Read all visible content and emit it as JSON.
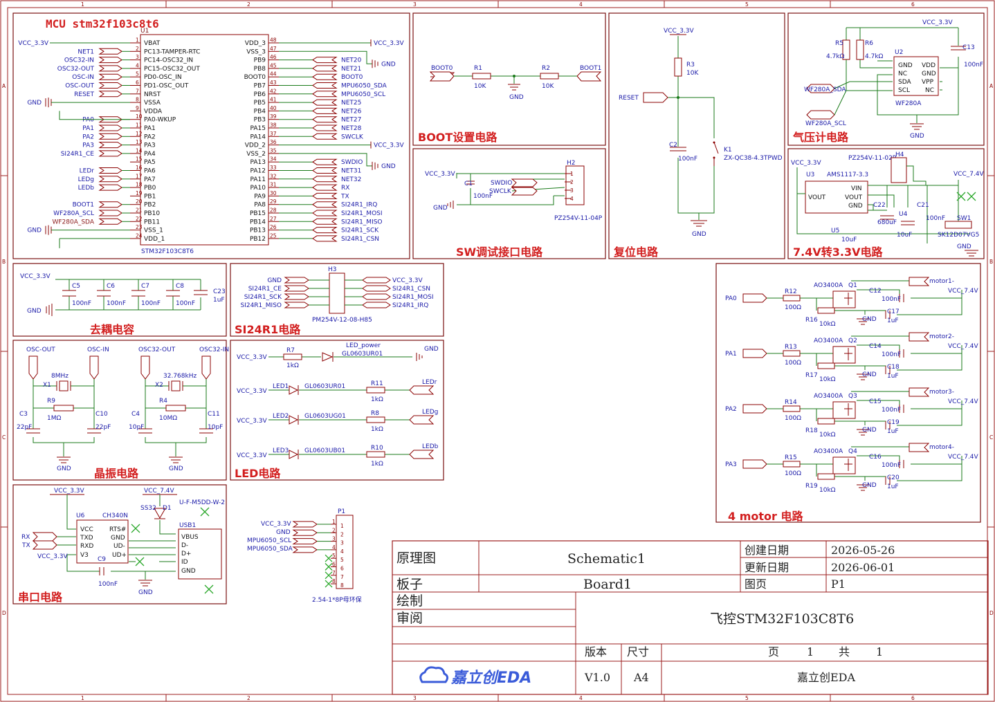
{
  "frame": {
    "cols": [
      "1",
      "2",
      "3",
      "4",
      "5",
      "6"
    ],
    "rows": [
      "A",
      "B",
      "C",
      "D"
    ]
  },
  "sections": {
    "mcu_title": "MCU stm32f103c8t6",
    "boot": "BOOT设置电路",
    "reset": "复位电路",
    "baro": "气压计电路",
    "sw": "SW调试接口电路",
    "reg": "7.4V转3.3V电路",
    "decap": "去耦电容",
    "si24": "SI24R1电路",
    "crystal": "晶振电路",
    "led": "LED电路",
    "motor": "4 motor 电路",
    "uart": "串口电路"
  },
  "mcu": {
    "ref": "U1",
    "part": "STM32F103C8T6",
    "left_pins": [
      {
        "n": "1",
        "name": "VBAT",
        "net": "VCC_3.3V"
      },
      {
        "n": "2",
        "name": "PC13-TAMPER-RTC",
        "net": "NET1"
      },
      {
        "n": "3",
        "name": "PC14-OSC32_IN",
        "net": "OSC32-IN"
      },
      {
        "n": "4",
        "name": "PC15-OSC32_OUT",
        "net": "OSC32-OUT"
      },
      {
        "n": "5",
        "name": "PD0-OSC_IN",
        "net": "OSC-IN"
      },
      {
        "n": "6",
        "name": "PD1-OSC_OUT",
        "net": "OSC-OUT"
      },
      {
        "n": "7",
        "name": "NRST",
        "net": "RESET"
      },
      {
        "n": "8",
        "name": "VSSA",
        "net": "GND"
      },
      {
        "n": "9",
        "name": "VDDA",
        "net": ""
      },
      {
        "n": "10",
        "name": "PA0-WKUP",
        "net": "PA0"
      },
      {
        "n": "11",
        "name": "PA1",
        "net": "PA1"
      },
      {
        "n": "12",
        "name": "PA2",
        "net": "PA2"
      },
      {
        "n": "13",
        "name": "PA3",
        "net": "PA3"
      },
      {
        "n": "14",
        "name": "PA4",
        "net": "SI24R1_CE"
      },
      {
        "n": "15",
        "name": "PA5",
        "net": ""
      },
      {
        "n": "16",
        "name": "PA6",
        "net": "LEDr"
      },
      {
        "n": "17",
        "name": "PA7",
        "net": "LEDg"
      },
      {
        "n": "18",
        "name": "PB0",
        "net": "LEDb"
      },
      {
        "n": "19",
        "name": "PB1",
        "net": ""
      },
      {
        "n": "20",
        "name": "PB2",
        "net": "BOOT1"
      },
      {
        "n": "21",
        "name": "PB10",
        "net": "WF280A_SCL"
      },
      {
        "n": "22",
        "name": "PB11",
        "net": "WF280A_SDA"
      },
      {
        "n": "23",
        "name": "VSS_1",
        "net": "GND"
      },
      {
        "n": "24",
        "name": "VDD_1",
        "net": ""
      }
    ],
    "right_pins": [
      {
        "n": "48",
        "name": "VDD_3",
        "net": "VCC_3.3V"
      },
      {
        "n": "47",
        "name": "VSS_3",
        "net": ""
      },
      {
        "n": "46",
        "name": "PB9",
        "net": "NET20"
      },
      {
        "n": "45",
        "name": "PB8",
        "net": "NET21"
      },
      {
        "n": "44",
        "name": "BOOT0",
        "net": "BOOT0"
      },
      {
        "n": "43",
        "name": "PB7",
        "net": "MPU6050_SDA"
      },
      {
        "n": "42",
        "name": "PB6",
        "net": "MPU6050_SCL"
      },
      {
        "n": "41",
        "name": "PB5",
        "net": "NET25"
      },
      {
        "n": "40",
        "name": "PB4",
        "net": "NET26"
      },
      {
        "n": "39",
        "name": "PB3",
        "net": "NET27"
      },
      {
        "n": "38",
        "name": "PA15",
        "net": "NET28"
      },
      {
        "n": "37",
        "name": "PA14",
        "net": "SWCLK"
      },
      {
        "n": "36",
        "name": "VDD_2",
        "net": "VCC_3.3V"
      },
      {
        "n": "35",
        "name": "VSS_2",
        "net": ""
      },
      {
        "n": "34",
        "name": "PA13",
        "net": "SWDIO"
      },
      {
        "n": "33",
        "name": "PA12",
        "net": "NET31"
      },
      {
        "n": "32",
        "name": "PA11",
        "net": "NET32"
      },
      {
        "n": "31",
        "name": "PA10",
        "net": "RX"
      },
      {
        "n": "30",
        "name": "PA9",
        "net": "TX"
      },
      {
        "n": "29",
        "name": "PA8",
        "net": "SI24R1_IRQ"
      },
      {
        "n": "28",
        "name": "PB15",
        "net": "SI24R1_MOSI"
      },
      {
        "n": "27",
        "name": "PB14",
        "net": "SI24R1_MISO"
      },
      {
        "n": "26",
        "name": "PB13",
        "net": "SI24R1_SCK"
      },
      {
        "n": "25",
        "name": "PB12",
        "net": "SI24R1_CSN"
      }
    ],
    "gnd_vcc_labels": {
      "vcc1": "VCC_3.3V",
      "gnd1": "GND",
      "vcc_r1": "VCC_3.3V",
      "gnd_r1": "GND",
      "vcc_r2": "VCC_3.3V",
      "gnd_r2": "GND",
      "vcc_bot": "VCC_3.3V",
      "vcc_pa": "VCC_3.3V",
      "gnd_bot": "GND"
    }
  },
  "boot": {
    "in": "BOOT0",
    "r1": "R1",
    "r1v": "10K",
    "r2": "R2",
    "r2v": "10K",
    "out": "BOOT1",
    "gnd": "GND"
  },
  "reset": {
    "vcc": "VCC_3.3V",
    "r3": "R3",
    "r3v": "10K",
    "net": "RESET",
    "c2": "C2",
    "c2v": "100nF",
    "k1": "K1",
    "k1v": "ZX-QC38-4.3TPWD",
    "gnd": "GND"
  },
  "baro": {
    "vcc": "VCC_3.3V",
    "r5": "R5",
    "r5v": "4.7kΩ",
    "r6": "R6",
    "r6v": "4.7kΩ",
    "u2": "U2",
    "pins_l": [
      "GND",
      "NC",
      "SDA",
      "SCL"
    ],
    "pins_r": [
      "VDD",
      "GND",
      "VPP",
      "NC"
    ],
    "part": "WF280A",
    "c13": "C13",
    "c13v": "100nF",
    "sda": "WF280A_SDA",
    "scl": "WF280A_SCL",
    "gnd": "GND"
  },
  "sw": {
    "vcc": "VCC_3.3V",
    "c1": "C1",
    "c1v": "100nF",
    "gnd": "GND",
    "swdio": "SWDIO",
    "swclk": "SWCLK",
    "h2": "H2",
    "part": "PZ254V-11-04P"
  },
  "reg": {
    "vcc": "VCC_3.3V",
    "u3": "U3",
    "u3p": "AMS1117-3.3",
    "vout": "VOUT",
    "vin": "VIN",
    "gnd": "GND",
    "h4p": "PZ254V-11-02P",
    "h4": "H4",
    "vcc74": "VCC_7.4V",
    "c22": "C22",
    "c22v": "680uF",
    "u4": "U4",
    "c21": "C21",
    "c21v": "10uF",
    "c21b": "100nF",
    "sw1": "SW1",
    "sw1p": "SK12D07VG5",
    "u5": "U5",
    "u5v": "10uF",
    "gnd2": "GND"
  },
  "decap": {
    "vcc": "VCC_3.3V",
    "gnd": "GND",
    "caps": [
      {
        "r": "C5",
        "v": "100nF"
      },
      {
        "r": "C6",
        "v": "100nF"
      },
      {
        "r": "C7",
        "v": "100nF"
      },
      {
        "r": "C8",
        "v": "100nF"
      },
      {
        "r": "C23",
        "v": "1uF"
      }
    ]
  },
  "si24": {
    "h3": "H3",
    "part": "PM254V-12-08-H85",
    "left": [
      "GND",
      "SI24R1_CE",
      "SI24R1_SCK",
      "SI24R1_MISO"
    ],
    "right": [
      "VCC_3.3V",
      "SI24R1_CSN",
      "SI24R1_MOSI",
      "SI24R1_IRQ"
    ]
  },
  "crystal": {
    "oscout": "OSC-OUT",
    "oscin": "OSC-IN",
    "x1": "X1",
    "x1v": "8MHz",
    "r9": "R9",
    "r9v": "1MΩ",
    "c3": "C3",
    "c3v": "22pF",
    "c10": "C10",
    "c10v": "22pF",
    "osc32out": "OSC32-OUT",
    "osc32in": "OSC32-IN",
    "x2": "X2",
    "x2v": "32.768kHz",
    "r4": "R4",
    "r4v": "10MΩ",
    "c4": "C4",
    "c4v": "10pF",
    "c11": "C11",
    "c11v": "10pF",
    "gnd": "GND"
  },
  "led": {
    "power": {
      "vcc": "VCC_3.3V",
      "r": "R7",
      "rv": "1kΩ",
      "led": "LED_power",
      "part": "GL0603UR01",
      "gnd": "GND"
    },
    "rows": [
      {
        "vcc": "VCC_3.3V",
        "led": "LED1",
        "part": "GL0603UR01",
        "r": "R11",
        "rv": "1kΩ",
        "net": "LEDr"
      },
      {
        "vcc": "VCC_3.3V",
        "led": "LED2",
        "part": "GL0603UG01",
        "r": "R8",
        "rv": "1kΩ",
        "net": "LEDg"
      },
      {
        "vcc": "VCC_3.3V",
        "led": "LED3",
        "part": "GL0603UB01",
        "r": "R10",
        "rv": "1kΩ",
        "net": "LEDb"
      }
    ]
  },
  "motor": {
    "rows": [
      {
        "in": "PA0",
        "r": "R12",
        "rv": "100Ω",
        "rd": "R16",
        "rdv": "10kΩ",
        "q": "Q1",
        "qp": "AO3400A",
        "c": "C12",
        "cv": "100nF",
        "c2": "C17",
        "c2v": "1uF",
        "m": "motor1-",
        "vcc": "VCC_7.4V",
        "gnd": "GND"
      },
      {
        "in": "PA1",
        "r": "R13",
        "rv": "100Ω",
        "rd": "R17",
        "rdv": "10kΩ",
        "q": "Q2",
        "qp": "AO3400A",
        "c": "C14",
        "cv": "100nF",
        "c2": "C18",
        "c2v": "1uF",
        "m": "motor2-",
        "vcc": "VCC_7.4V",
        "gnd": "GND"
      },
      {
        "in": "PA2",
        "r": "R14",
        "rv": "100Ω",
        "rd": "R18",
        "rdv": "10kΩ",
        "q": "Q3",
        "qp": "AO3400A",
        "c": "C15",
        "cv": "100nF",
        "c2": "C19",
        "c2v": "1uF",
        "m": "motor3-",
        "vcc": "VCC_7.4V",
        "gnd": "GND"
      },
      {
        "in": "PA3",
        "r": "R15",
        "rv": "100Ω",
        "rd": "R19",
        "rdv": "10kΩ",
        "q": "Q4",
        "qp": "AO3400A",
        "c": "C16",
        "cv": "100nF",
        "c2": "C20",
        "c2v": "1uF",
        "m": "motor4-",
        "vcc": "VCC_7.4V",
        "gnd": "GND"
      }
    ]
  },
  "uart": {
    "vcc": "VCC_3.3V",
    "vcc74": "VCC_7.4V",
    "d1": "D1",
    "d1p": "SS32",
    "u6": "U6",
    "u6p": "CH340N",
    "u6l": [
      "VCC",
      "TXD",
      "RXD",
      "V3"
    ],
    "u6r": [
      "RTS#",
      "GND",
      "UD-",
      "UD+"
    ],
    "rx": "RX",
    "tx": "TX",
    "vcc2": "VCC_3.3V",
    "c9": "C9",
    "c9v": "100nF",
    "gnd": "GND",
    "usb": "USB1",
    "usbp": "U-F-M5DD-W-2",
    "usbpins": [
      "VBUS",
      "D-",
      "D+",
      "ID",
      "GND"
    ]
  },
  "p1": {
    "ref": "P1",
    "vcc": "VCC_3.3V",
    "gnd": "GND",
    "scl": "MPU6050_SCL",
    "sda": "MPU6050_SDA",
    "part": "2.54-1*8P母环保",
    "pins": [
      "1",
      "2",
      "3",
      "4",
      "5",
      "6",
      "7",
      "8"
    ]
  },
  "titleblock": {
    "l1": "原理图",
    "v1": "Schematic1",
    "k1": "创建日期",
    "d1": "2026-05-26",
    "k2": "更新日期",
    "d2": "2026-06-01",
    "l2": "板子",
    "v2": "Board1",
    "k3": "图页",
    "p3": "P1",
    "l3": "绘制",
    "l4": "审阅",
    "title": "飞控STM32F103C8T6",
    "ver": "版本",
    "size": "尺寸",
    "page": "页",
    "pn": "1",
    "of": "共",
    "pt": "1",
    "logo": "嘉立创EDA",
    "verv": "V1.0",
    "sizev": "A4",
    "company": "嘉立创EDA"
  }
}
